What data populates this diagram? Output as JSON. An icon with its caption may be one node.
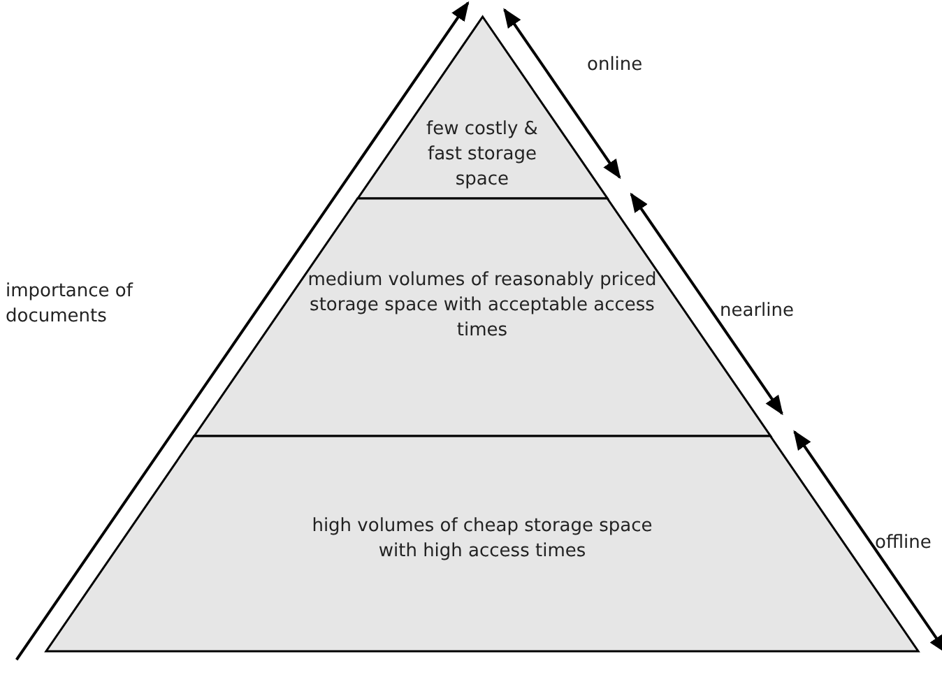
{
  "diagram": {
    "nodes": [
      {
        "text": [
          "few costly & fast storage space"
        ]
      },
      {
        "text": [
          "medium volumes of reasonably priced storage space with acceptable access times"
        ]
      },
      {
        "text": [
          "high volumes of cheap storage space with high access times"
        ]
      }
    ],
    "labels": [
      "online",
      "importance of documents",
      "nearline",
      "offline"
    ]
  }
}
